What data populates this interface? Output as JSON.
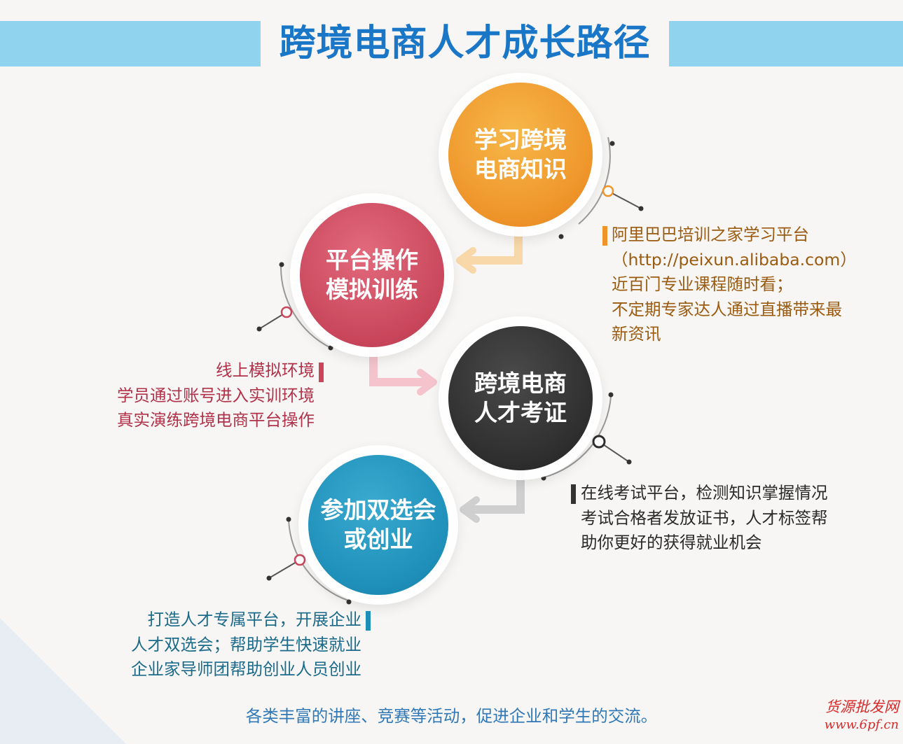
{
  "title": "跨境电商人才成长路径",
  "steps": [
    {
      "label": "学习跨境\n电商知识",
      "color": "#ee9429",
      "description": [
        "阿里巴巴培训之家学习平台",
        "（http://peixun.alibaba.com）",
        "近百门专业课程随时看；",
        "不定期专家达人通过直播带来最",
        "新资讯"
      ]
    },
    {
      "label": "平台操作\n模拟训练",
      "color": "#c9465b",
      "description": [
        "线上模拟环境",
        "学员通过账号进入实训环境",
        "真实演练跨境电商平台操作"
      ]
    },
    {
      "label": "跨境电商\n人才考证",
      "color": "#2e2e2e",
      "description": [
        "在线考试平台，检测知识掌握情况",
        "考试合格者发放证书，人才标签帮",
        "助你更好的获得就业机会"
      ]
    },
    {
      "label": "参加双选会\n或创业",
      "color": "#1e8fb9",
      "description": [
        "打造人才专属平台，开展企业",
        "人才双选会；帮助学生快速就业",
        "企业家导师团帮助创业人员创业"
      ]
    }
  ],
  "footer": "各类丰富的讲座、竞赛等活动，促进企业和学生的交流。",
  "watermark": {
    "line1": "货源批发网",
    "line2": "www.6pf.cn"
  }
}
